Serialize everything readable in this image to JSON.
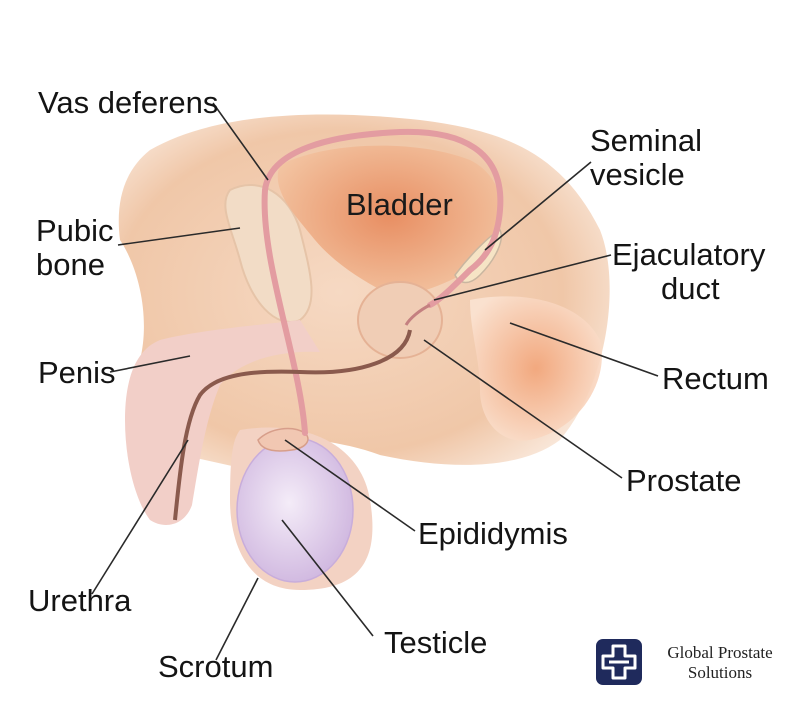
{
  "labels": {
    "vas_deferens": "Vas deferens",
    "seminal_vesicle": [
      "Seminal",
      "vesicle"
    ],
    "bladder": "Bladder",
    "pubic_bone": [
      "Pubic",
      "bone"
    ],
    "ejaculatory_duct": [
      "Ejaculatory",
      "duct"
    ],
    "penis": "Penis",
    "rectum": "Rectum",
    "prostate": "Prostate",
    "epididymis": "Epididymis",
    "urethra": "Urethra",
    "testicle": "Testicle",
    "scrotum": "Scrotum"
  },
  "logo": {
    "name_line1": "Global Prostate",
    "name_line2": "Solutions",
    "icon": "cross-logo-icon"
  },
  "colors": {
    "skin": "#f3d2b8",
    "bladder": "#e08a5e",
    "vas": "#e8a0a6",
    "testicle": "#e3d3ee",
    "logo_bg": "#1f2a5c"
  }
}
